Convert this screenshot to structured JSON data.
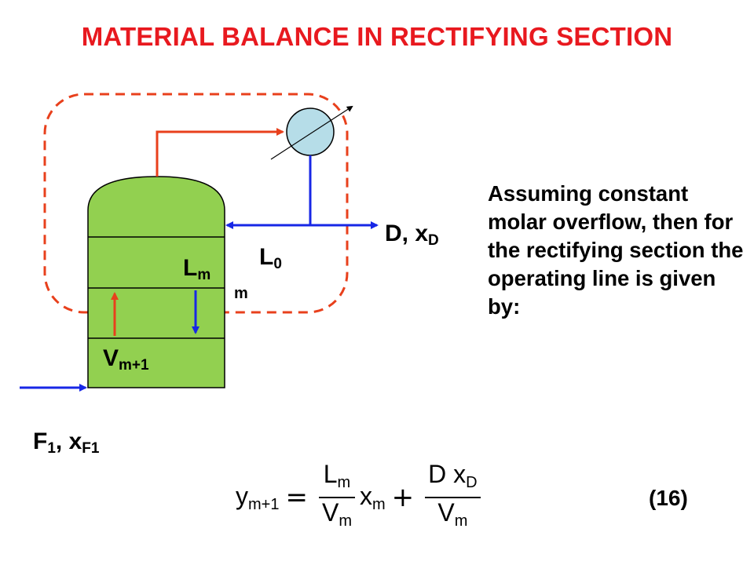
{
  "title": "MATERIAL BALANCE IN RECTIFYING SECTION",
  "colors": {
    "title": "#e8191f",
    "column_fill": "#92d050",
    "vapor_line": "#e8401c",
    "liquid_line": "#1727e6",
    "boundary_dash": "#e8401c",
    "condenser_fill": "#b6dde8"
  },
  "labels": {
    "distillate_main": "D, x",
    "distillate_sub": "D",
    "reflux_main": "L",
    "reflux_sub": "0",
    "liquid_main": "L",
    "liquid_sub": "m",
    "stage": "m",
    "vapor_main": "V",
    "vapor_sub": "m+1",
    "feed_main": "F",
    "feed_sub1": "1",
    "feed_mid": ", x",
    "feed_sub2": "F1"
  },
  "paragraph": "Assuming constant molar overflow, then for the rectifying section the operating line is given by:",
  "equation": {
    "lhs": "y",
    "lhs_sub": "m+1",
    "equals": "=",
    "frac1_num": "L",
    "frac1_num_sub": "m",
    "frac1_den": "V",
    "frac1_den_sub": "m",
    "x_term": "x",
    "x_term_sub": "m",
    "plus": "+",
    "frac2_num": "D x",
    "frac2_num_sub": "D",
    "frac2_den": "V",
    "frac2_den_sub": "m",
    "number": "(16)"
  }
}
